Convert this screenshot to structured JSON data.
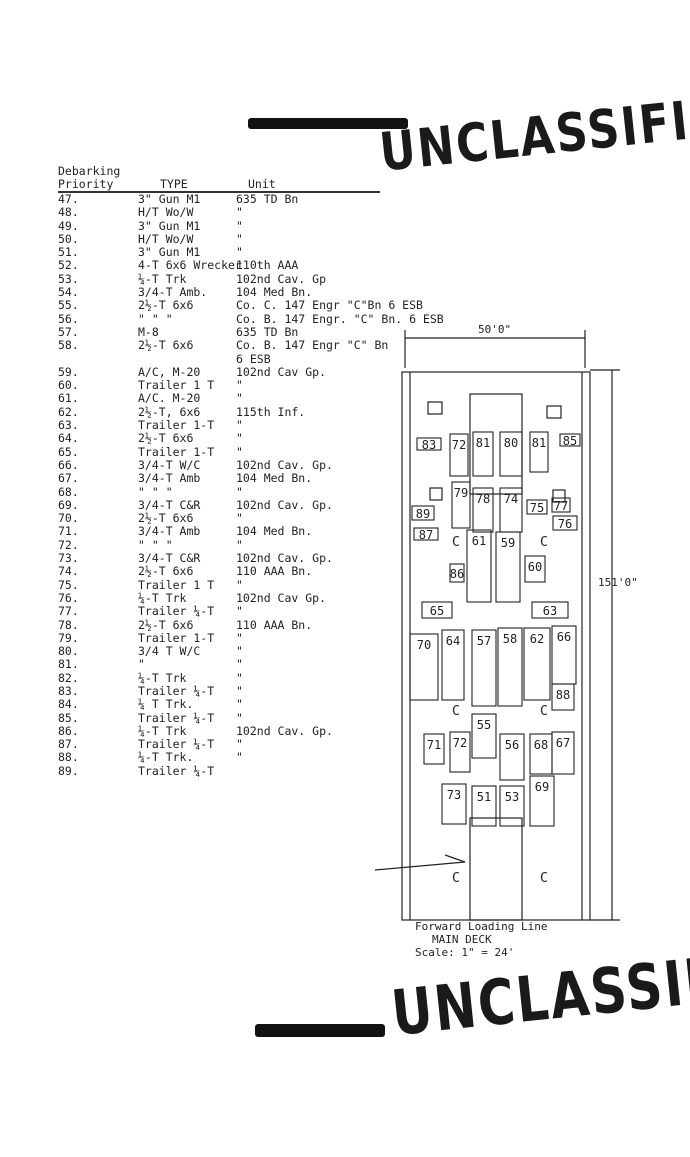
{
  "header": {
    "col_priority_line1": "Debarking",
    "col_priority_line2": "Priority",
    "col_type": "TYPE",
    "col_unit": "Unit"
  },
  "stamps": {
    "top": "UNCLASSIFIED",
    "bottom": "UNCLASSIFIED"
  },
  "rows": [
    {
      "priority": "47.",
      "type": "3\" Gun M1",
      "unit": "635 TD Bn"
    },
    {
      "priority": "48.",
      "type": "H/T Wo/W",
      "unit": "\""
    },
    {
      "priority": "49.",
      "type": "3\" Gun M1",
      "unit": "\""
    },
    {
      "priority": "50.",
      "type": "H/T Wo/W",
      "unit": "\""
    },
    {
      "priority": "51.",
      "type": "3\" Gun M1",
      "unit": "\""
    },
    {
      "priority": "52.",
      "type": "4-T 6x6 Wrecker",
      "unit": "110th AAA"
    },
    {
      "priority": "53.",
      "type": "¼-T Trk",
      "unit": "102nd Cav. Gp"
    },
    {
      "priority": "54.",
      "type": "3/4-T Amb.",
      "unit": "104 Med Bn."
    },
    {
      "priority": "55.",
      "type": "2½-T 6x6",
      "unit": "Co. C. 147 Engr \"C\"Bn 6 ESB"
    },
    {
      "priority": "56.",
      "type": "\"  \"  \"",
      "unit": "Co. B. 147 Engr. \"C\" Bn. 6 ESB"
    },
    {
      "priority": "57.",
      "type": "M-8",
      "unit": "635 TD Bn"
    },
    {
      "priority": "58.",
      "type": "2½-T 6x6",
      "unit": "Co. B. 147 Engr \"C\" Bn"
    },
    {
      "priority": "",
      "type": "",
      "unit": "6 ESB"
    },
    {
      "priority": "59.",
      "type": "A/C, M-20",
      "unit": "102nd Cav Gp."
    },
    {
      "priority": "60.",
      "type": "Trailer 1 T",
      "unit": "\""
    },
    {
      "priority": "61.",
      "type": "A/C. M-20",
      "unit": "\""
    },
    {
      "priority": "62.",
      "type": "2½-T, 6x6",
      "unit": "115th Inf."
    },
    {
      "priority": "63.",
      "type": "Trailer 1-T",
      "unit": "\""
    },
    {
      "priority": "64.",
      "type": "2½-T 6x6",
      "unit": "\""
    },
    {
      "priority": "65.",
      "type": "Trailer 1-T",
      "unit": "\""
    },
    {
      "priority": "66.",
      "type": "3/4-T W/C",
      "unit": "102nd Cav. Gp."
    },
    {
      "priority": "67.",
      "type": "3/4-T Amb",
      "unit": "104 Med Bn."
    },
    {
      "priority": "68.",
      "type": "\"  \"  \"",
      "unit": "\""
    },
    {
      "priority": "69.",
      "type": "3/4-T C&R",
      "unit": "102nd Cav. Gp."
    },
    {
      "priority": "70.",
      "type": "2½-T 6x6",
      "unit": "\""
    },
    {
      "priority": "71.",
      "type": "3/4-T Amb",
      "unit": "104 Med Bn."
    },
    {
      "priority": "72.",
      "type": "\"  \"  \"",
      "unit": "\""
    },
    {
      "priority": "73.",
      "type": "3/4-T C&R",
      "unit": "102nd Cav. Gp."
    },
    {
      "priority": "74.",
      "type": "2½-T 6x6",
      "unit": "110 AAA Bn."
    },
    {
      "priority": "75.",
      "type": "Trailer 1 T",
      "unit": "\""
    },
    {
      "priority": "76.",
      "type": "¼-T Trk",
      "unit": "102nd Cav Gp."
    },
    {
      "priority": "77.",
      "type": "Trailer ¼-T",
      "unit": "\""
    },
    {
      "priority": "78.",
      "type": "2½-T 6x6",
      "unit": "110 AAA Bn."
    },
    {
      "priority": "79.",
      "type": "Trailer 1-T",
      "unit": "\""
    },
    {
      "priority": "80.",
      "type": "3/4 T W/C",
      "unit": "\""
    },
    {
      "priority": "81.",
      "type": "\"",
      "unit": "\""
    },
    {
      "priority": "82.",
      "type": "¼-T Trk",
      "unit": "\""
    },
    {
      "priority": "83.",
      "type": "Trailer ¼-T",
      "unit": "\""
    },
    {
      "priority": "84.",
      "type": "¼ T Trk.",
      "unit": "\""
    },
    {
      "priority": "85.",
      "type": "Trailer ¼-T",
      "unit": "\""
    },
    {
      "priority": "86.",
      "type": "¼-T Trk",
      "unit": "102nd Cav. Gp."
    },
    {
      "priority": "87.",
      "type": "Trailer ¼-T",
      "unit": "\""
    },
    {
      "priority": "88.",
      "type": "¼-T Trk.",
      "unit": "\""
    },
    {
      "priority": "89.",
      "type": "Trailer ¼-T",
      "unit": ""
    }
  ],
  "diagram": {
    "width_label": "50'0\"",
    "length_label": "151'0\"",
    "caption_line1": "Forward Loading Line",
    "caption_line2": "MAIN DECK",
    "caption_line3": "Scale: 1\" = 24'",
    "bay_labels": [
      "83",
      "72",
      "81",
      "80",
      "81",
      "85",
      "89",
      "79",
      "78",
      "74",
      "75",
      "77",
      "76",
      "87",
      "86",
      "61",
      "59",
      "60",
      "65",
      "63",
      "70",
      "64",
      "57",
      "58",
      "62",
      "66",
      "88",
      "55",
      "71",
      "72",
      "56",
      "68",
      "67",
      "73",
      "51",
      "53",
      "69"
    ],
    "marker_glyph": "C"
  }
}
